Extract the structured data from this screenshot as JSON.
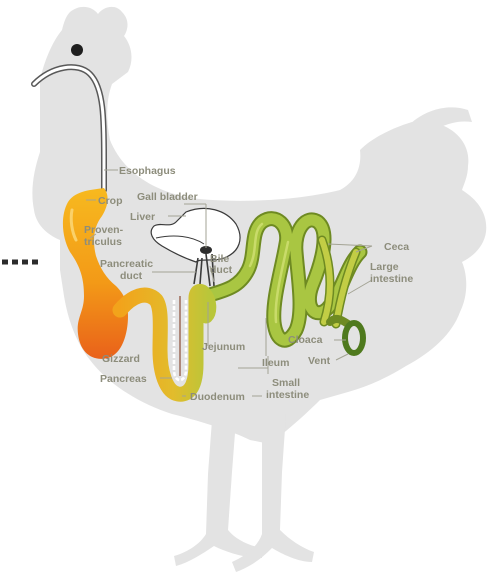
{
  "colors": {
    "silhouette": "#e3e3e3",
    "label": "#8d8d7c",
    "leader": "#a3a394",
    "crop": "#f4a419",
    "gizzard": "#ea6a14",
    "intestine": "#a9c642",
    "intestine_dark": "#6e8a22",
    "vent": "#4f7a1e",
    "eye": "#1f1f1f",
    "pointer": "#2b2b2b"
  },
  "labels": {
    "esophagus": "Esophagus",
    "crop": "Crop",
    "proventriculus_1": "Proven-",
    "proventriculus_2": "triculus",
    "gall_bladder": "Gall bladder",
    "liver": "Liver",
    "pancreatic_duct_1": "Pancreatic",
    "pancreatic_duct_2": "duct",
    "bile_duct_1": "Bile",
    "bile_duct_2": "duct",
    "gizzard": "Gizzard",
    "pancreas": "Pancreas",
    "jejunum": "Jejunum",
    "ileum": "Ileum",
    "small_intestine_1": "Small",
    "small_intestine_2": "intestine",
    "duodenum": "Duodenum",
    "ceca": "Ceca",
    "large_intestine_1": "Large",
    "large_intestine_2": "intestine",
    "cloaca": "Cloaca",
    "vent": "Vent"
  }
}
